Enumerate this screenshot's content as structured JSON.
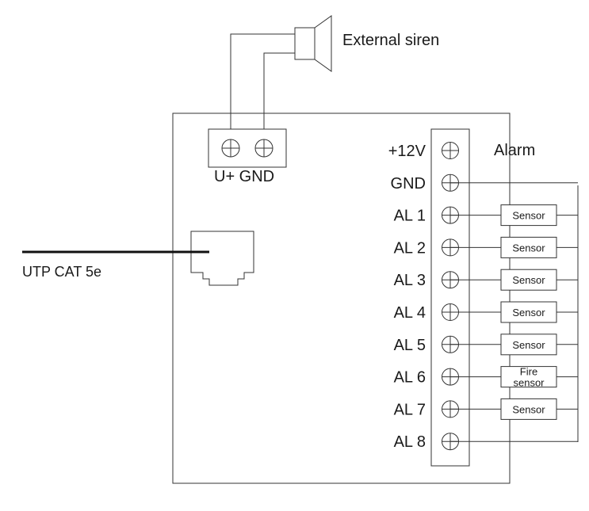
{
  "siren": {
    "label": "External siren"
  },
  "power_connector": {
    "label": "U+ GND"
  },
  "network": {
    "label": "UTP CAT 5e"
  },
  "alarm_block": {
    "title": "Alarm",
    "terminals": [
      {
        "label": "+12V"
      },
      {
        "label": "GND"
      },
      {
        "label": "AL 1",
        "sensor": [
          "Sensor"
        ]
      },
      {
        "label": "AL 2",
        "sensor": [
          "Sensor"
        ]
      },
      {
        "label": "AL 3",
        "sensor": [
          "Sensor"
        ]
      },
      {
        "label": "AL 4",
        "sensor": [
          "Sensor"
        ]
      },
      {
        "label": "AL 5",
        "sensor": [
          "Sensor"
        ]
      },
      {
        "label": "AL 6",
        "sensor": [
          "Fire",
          "sensor"
        ]
      },
      {
        "label": "AL 7",
        "sensor": [
          "Sensor"
        ]
      },
      {
        "label": "AL 8"
      }
    ]
  }
}
